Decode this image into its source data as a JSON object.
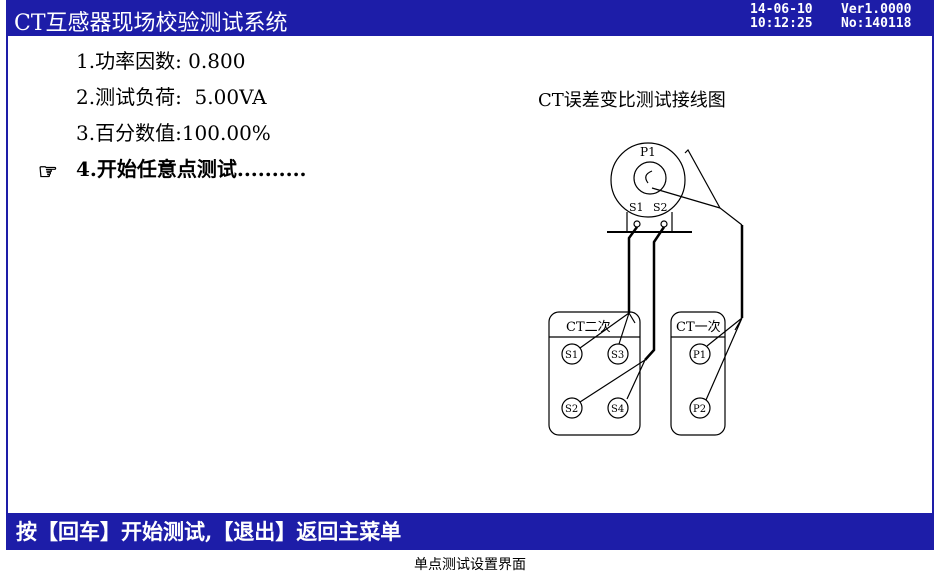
{
  "header": {
    "title": "CT互感器现场校验测试系统",
    "date": "14-06-10",
    "time": "10:12:25",
    "version": "Ver1.0000",
    "serial": "No:140118"
  },
  "menu": {
    "items": [
      {
        "label": "1.功率因数: 0.800"
      },
      {
        "label": "2.测试负荷:  5.00VA"
      },
      {
        "label": "3.百分数值:100.00%"
      },
      {
        "label": "4.开始任意点测试.........."
      }
    ],
    "selected_index": 3
  },
  "diagram": {
    "title": "CT误差变比测试接线图",
    "ct_label": "P1",
    "ct_s1": "S1",
    "ct_s2": "S2",
    "secondary": {
      "label": "CT二次",
      "terminals": [
        "S1",
        "S3",
        "S2",
        "S4"
      ]
    },
    "primary": {
      "label": "CT一次",
      "terminals": [
        "P1",
        "P2"
      ]
    }
  },
  "footer": {
    "hint": "按【回车】开始测试,【退出】返回主菜单"
  },
  "caption": "单点测试设置界面",
  "colors": {
    "bar": "#1d1da8"
  }
}
